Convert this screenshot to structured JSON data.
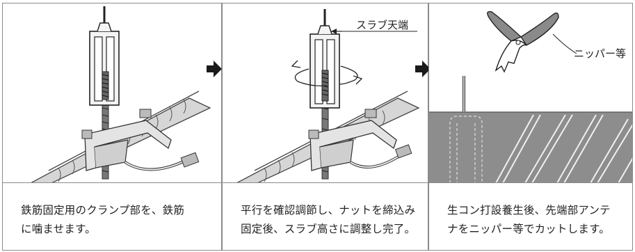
{
  "panels": [
    {
      "caption": "鉄筋固定用のクランプ部を、鉄筋\nに噛ませます。"
    },
    {
      "caption": "平行を確認調節し、ナットを締込み\n固定後、スラブ高さに調整し完了。",
      "label": "スラブ天端"
    },
    {
      "caption": "生コン打設養生後、先端部アンテ\nナをニッパー等でカットします。",
      "label": "ニッパー等"
    }
  ],
  "colors": {
    "border": "#8a8a8a",
    "concrete": "#8d8d8d",
    "tube": "#f4f4f4",
    "rebar": "#dcdcdc",
    "clamp": "#e6e6e6",
    "nipper": "#8a8a8a",
    "arrow": "#1a1a1a"
  }
}
